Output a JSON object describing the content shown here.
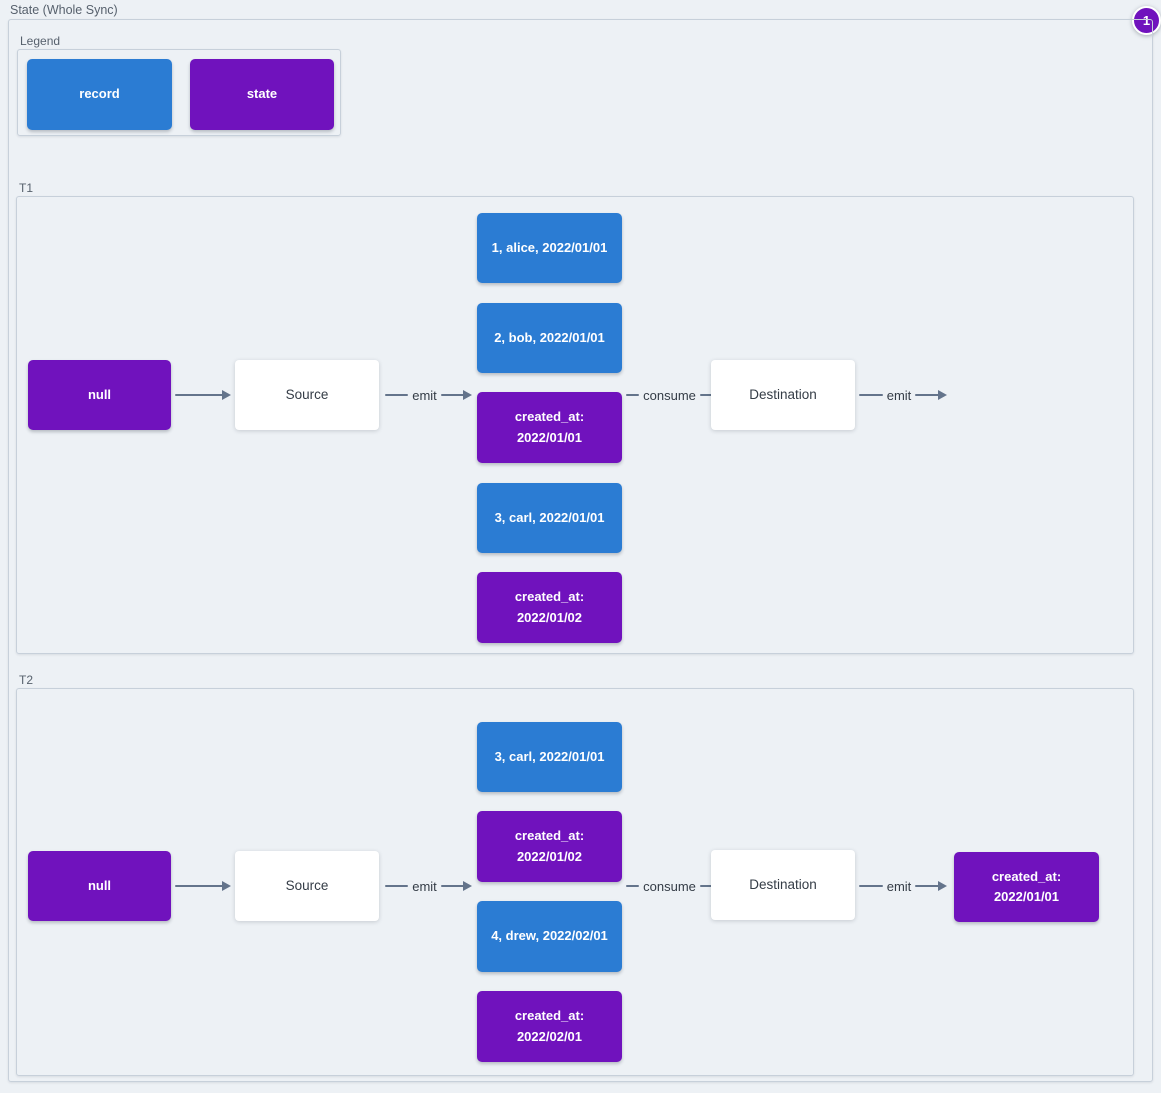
{
  "title": "State (Whole Sync)",
  "badge": {
    "value": "1"
  },
  "colors": {
    "record": "#2b7cd3",
    "state": "#7012bd",
    "arrow": "#64748b",
    "background": "#edf1f5",
    "container_border": "#c7d0da"
  },
  "legend": {
    "title": "Legend",
    "items": [
      {
        "label": "record",
        "type": "record"
      },
      {
        "label": "state",
        "type": "state"
      }
    ]
  },
  "sections": [
    {
      "label": "T1",
      "input": {
        "label": "null",
        "type": "state"
      },
      "source": {
        "label": "Source"
      },
      "edges": {
        "emit_source": "emit",
        "consume": "consume",
        "emit_destination": "emit"
      },
      "records": [
        {
          "label": "1, alice, 2022/01/01",
          "type": "record"
        },
        {
          "label": "2, bob, 2022/01/01",
          "type": "record"
        },
        {
          "label": "created_at:\n2022/01/01",
          "type": "state"
        },
        {
          "label": "3, carl, 2022/01/01",
          "type": "record"
        },
        {
          "label": "created_at:\n2022/01/02",
          "type": "state"
        }
      ],
      "destination": {
        "label": "Destination"
      }
    },
    {
      "label": "T2",
      "input": {
        "label": "null",
        "type": "state"
      },
      "source": {
        "label": "Source"
      },
      "edges": {
        "emit_source": "emit",
        "consume": "consume",
        "emit_destination": "emit"
      },
      "records": [
        {
          "label": "3, carl, 2022/01/01",
          "type": "record"
        },
        {
          "label": "created_at:\n2022/01/02",
          "type": "state"
        },
        {
          "label": "4, drew, 2022/02/01",
          "type": "record"
        },
        {
          "label": "created_at:\n2022/02/01",
          "type": "state"
        }
      ],
      "destination": {
        "label": "Destination"
      },
      "output": {
        "label": "created_at:\n2022/01/01",
        "type": "state"
      }
    }
  ]
}
